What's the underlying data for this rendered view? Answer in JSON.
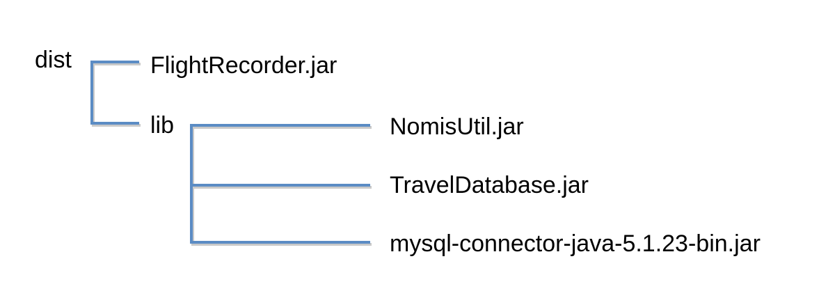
{
  "tree": {
    "root": {
      "label": "dist"
    },
    "root_children": [
      {
        "label": "FlightRecorder.jar"
      },
      {
        "label": "lib"
      }
    ],
    "lib_children": [
      {
        "label": "NomisUtil.jar"
      },
      {
        "label": "TravelDatabase.jar"
      },
      {
        "label": "mysql-connector-java-5.1.23-bin.jar"
      }
    ]
  },
  "colors": {
    "connector": "#5b8cc4",
    "connector_shadow": "#c9c9c9",
    "text": "#000000",
    "background": "#ffffff"
  }
}
